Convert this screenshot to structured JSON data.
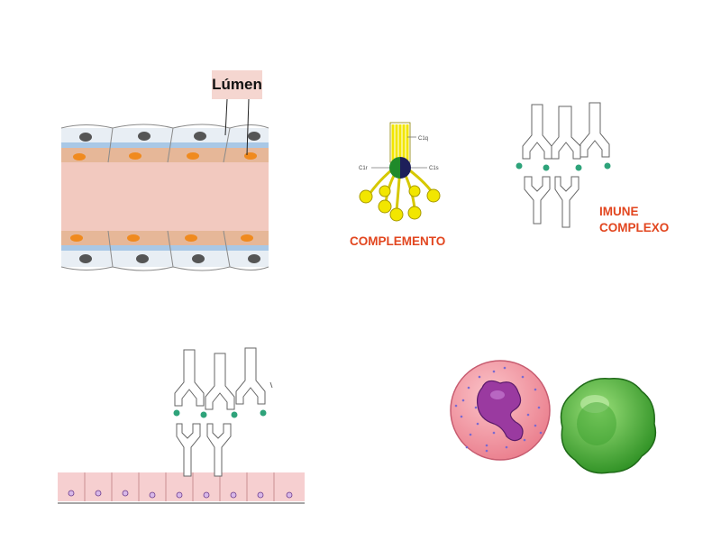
{
  "labels": {
    "lumen": "Lúmen",
    "complement": "COMPLEMENTO",
    "immune_line1": "IMUNE",
    "immune_line2": "COMPLEXO",
    "c1q": "C1q",
    "c1r": "C1r",
    "c1s": "C1s"
  },
  "colors": {
    "vessel_wall": "#f2c9bf",
    "smooth_muscle": "#e6b798",
    "endothelium": "#e8eef4",
    "nucleus_orange": "#f08a1e",
    "nucleus_gray": "#555555",
    "complement_yellow": "#f2e600",
    "complement_green": "#1f8a2a",
    "complement_navy": "#1d1f5a",
    "antibody_stroke": "#666666",
    "antigen": "#2ea37a",
    "label_red": "#e2461f",
    "epithelium": "#f6cfd0",
    "neutrophil": "#f08a9a",
    "neutrophil_nucleus": "#9a3aa0",
    "green_cell": "#3fae2e"
  }
}
